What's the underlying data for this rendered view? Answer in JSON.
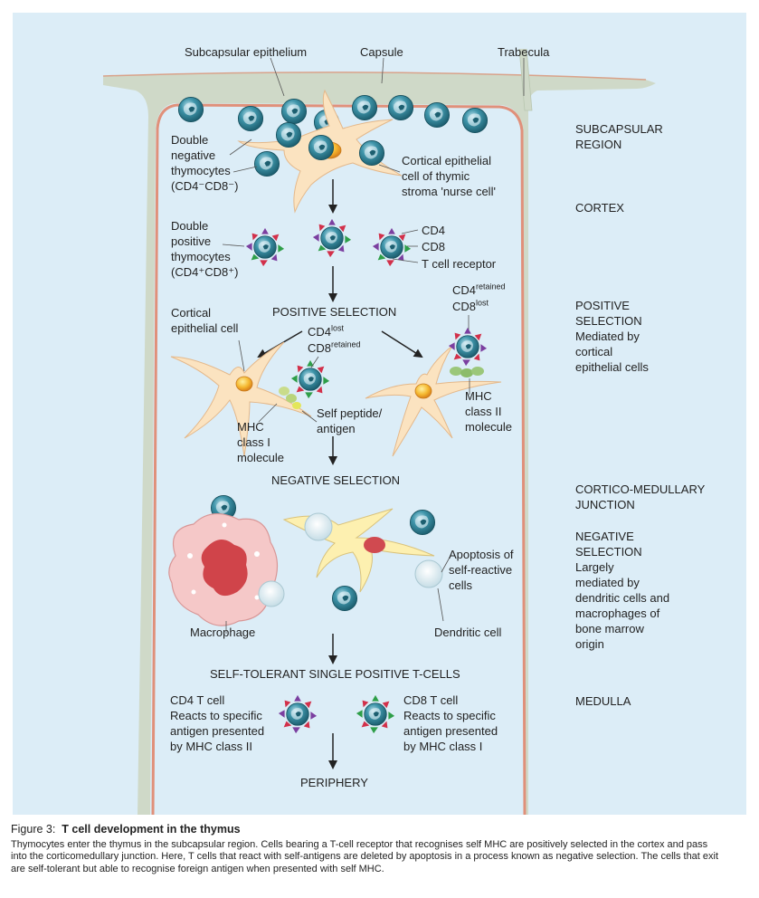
{
  "top_labels": {
    "subcapsular_epithelium": "Subcapsular epithelium",
    "capsule": "Capsule",
    "trabecula": "Trabecula"
  },
  "cells": {
    "double_negative": [
      "Double",
      "negative",
      "thymocytes"
    ],
    "double_negative_formula": "(CD4⁻CD8⁻)",
    "cortical_nurse": [
      "Cortical epithelial",
      "cell of thymic",
      "stroma 'nurse cell'"
    ],
    "double_positive": [
      "Double",
      "positive",
      "thymocytes"
    ],
    "double_positive_formula": "(CD4⁺CD8⁺)",
    "cd4": "CD4",
    "cd8": "CD8",
    "tcr": "T cell receptor",
    "cd4_retained_base": "CD4",
    "cd4_retained_sup": "retained",
    "cd8_lost_base": "CD8",
    "cd8_lost_sup": "lost",
    "cortical_epithelial_cell": [
      "Cortical",
      "epithelial cell"
    ],
    "cd4_lost_base": "CD4",
    "cd4_lost_sup": "lost",
    "cd8_retained_base": "CD8",
    "cd8_retained_sup": "retained",
    "self_peptide": [
      "Self peptide/",
      "antigen"
    ],
    "mhc_class_i": [
      "MHC",
      "class I",
      "molecule"
    ],
    "mhc_class_ii": [
      "MHC",
      "class II",
      "molecule"
    ],
    "macrophage": "Macrophage",
    "apoptosis": [
      "Apoptosis of",
      "self-reactive",
      "cells"
    ],
    "dendritic_cell": "Dendritic cell"
  },
  "stages": {
    "positive_selection": "POSITIVE SELECTION",
    "negative_selection": "NEGATIVE SELECTION",
    "self_tolerant": "SELF-TOLERANT SINGLE POSITIVE T-CELLS",
    "periphery": "PERIPHERY"
  },
  "cd4_t_cell": [
    "CD4 T cell",
    "Reacts to specific",
    "antigen presented",
    "by MHC class II"
  ],
  "cd8_t_cell": [
    "CD8 T cell",
    "Reacts to specific",
    "antigen presented",
    "by MHC class I"
  ],
  "regions": {
    "subcapsular": [
      "SUBCAPSULAR",
      "REGION"
    ],
    "cortex": [
      "CORTEX"
    ],
    "positive": [
      "POSITIVE",
      "SELECTION",
      "Mediated by",
      "cortical",
      "epithelial cells"
    ],
    "junction": [
      "CORTICO-MEDULLARY",
      "JUNCTION"
    ],
    "negative": [
      "NEGATIVE",
      "SELECTION",
      "Largely",
      "mediated by",
      "dendritic cells and",
      "macrophages of",
      "bone marrow",
      "origin"
    ],
    "medulla": [
      "MEDULLA"
    ]
  },
  "caption": {
    "prefix": "Figure 3:",
    "title": "T cell development in the thymus",
    "text": "Thymocytes enter the thymus in the subcapsular region. Cells bearing a T-cell receptor that recognises self MHC are positively selected in the cortex and pass into the corticomedullary junction. Here, T cells that react with self-antigens are deleted by apoptosis in a process known as negative selection. The cells that exit are self-tolerant but able to recognise foreign antigen when presented with self MHC."
  },
  "colors": {
    "background": "#dcedf7",
    "capsule": "#cfd9c8",
    "capsule_border": "#e0907a",
    "epithelial_cell": "#fbe3c0",
    "nucleus": "#f5b830",
    "thymocyte": "#2e7f94",
    "dendritic_cell": "#fdf0b0",
    "macrophage": "#f5c8c8",
    "receptor_purple": "#7b3fa0",
    "receptor_green": "#2e9e48",
    "receptor_red": "#d2304a",
    "mhc_green": "#9bc77a"
  }
}
